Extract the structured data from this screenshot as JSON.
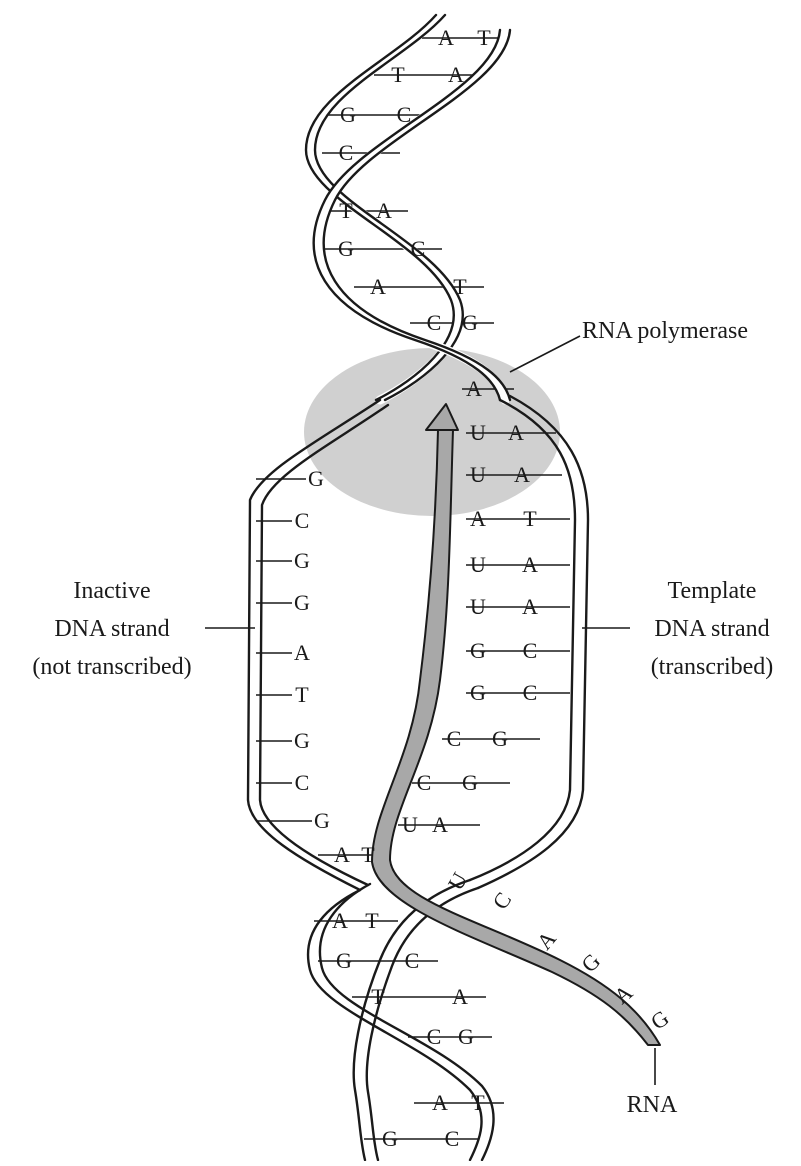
{
  "labels": {
    "rna_polymerase": "RNA polymerase",
    "inactive_strand": [
      "Inactive",
      "DNA strand",
      "(not transcribed)"
    ],
    "template_strand": [
      "Template",
      "DNA strand",
      "(transcribed)"
    ],
    "rna": "RNA"
  },
  "upper_helix_pairs": [
    {
      "left": "A",
      "right": "T"
    },
    {
      "left": "T",
      "right": "A"
    },
    {
      "left": "G",
      "right": "C"
    },
    {
      "left": "C",
      "right": ""
    },
    {
      "left": "T",
      "right": "A"
    },
    {
      "left": "G",
      "right": "C"
    },
    {
      "left": "A",
      "right": "T"
    },
    {
      "left": "C",
      "right": "G"
    }
  ],
  "bubble_inactive_bases": [
    "G",
    "C",
    "G",
    "G",
    "A",
    "T",
    "G",
    "C",
    "G"
  ],
  "bubble_rna_template_pairs": [
    {
      "rna": "A",
      "template": ""
    },
    {
      "rna": "U",
      "template": "A"
    },
    {
      "rna": "U",
      "template": "A"
    },
    {
      "rna": "A",
      "template": "T"
    },
    {
      "rna": "U",
      "template": "A"
    },
    {
      "rna": "U",
      "template": "A"
    },
    {
      "rna": "G",
      "template": "C"
    },
    {
      "rna": "G",
      "template": "C"
    },
    {
      "rna": "C",
      "template": "G"
    },
    {
      "rna": "C",
      "template": "G"
    },
    {
      "rna": "U",
      "template": "A"
    }
  ],
  "junction_pair": {
    "left": "A",
    "right": "T"
  },
  "rna_tail_bases": [
    "U",
    "C",
    "A",
    "G",
    "A",
    "G"
  ],
  "lower_helix_pairs": [
    {
      "left": "A",
      "right": "T"
    },
    {
      "left": "G",
      "right": "C"
    },
    {
      "left": "T",
      "right": "A"
    },
    {
      "left": "C",
      "right": "G"
    },
    {
      "left": "A",
      "right": "T"
    },
    {
      "left": "G",
      "right": "C"
    }
  ],
  "colors": {
    "polymerase": "#d0d0d0",
    "rna_fill": "#a8a8a8",
    "ink": "#1a1a1a"
  }
}
